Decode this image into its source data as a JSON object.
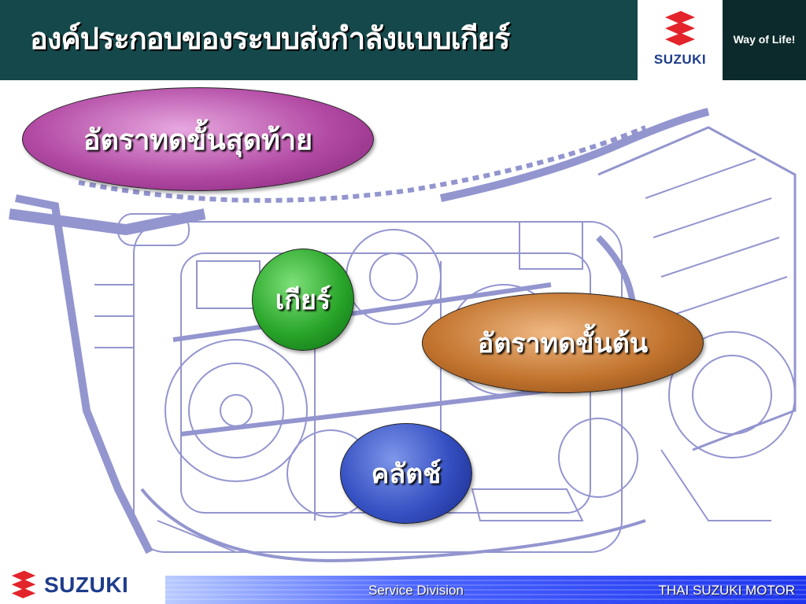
{
  "header": {
    "title": "องค์ประกอบของระบบส่งกำลังแบบเกียร์",
    "brand": "SUZUKI",
    "tagline": "Way of Life!"
  },
  "diagram": {
    "final_ratio": "อัตราทดขั้นสุดท้าย",
    "gear": "เกียร์",
    "primary_ratio": "อัตราทดขั้นต้น",
    "clutch": "คลัตช์"
  },
  "footer": {
    "brand": "SUZUKI",
    "division": "Service Division",
    "company": "THAI SUZUKI MOTOR"
  },
  "colors": {
    "header_bg": "#15484a",
    "brand_red": "#e3242b",
    "brand_blue": "#1d3c8c",
    "engine_line": "#3c3fa8"
  }
}
